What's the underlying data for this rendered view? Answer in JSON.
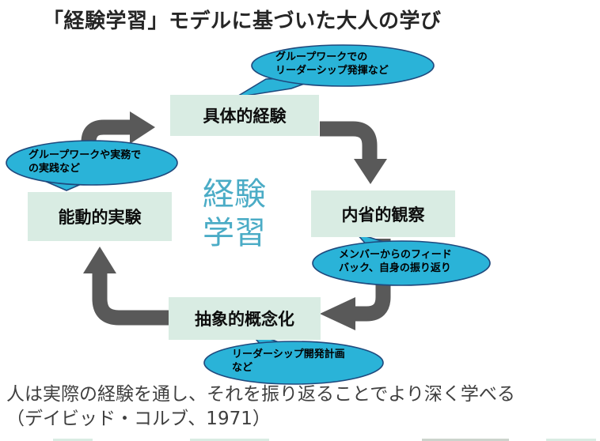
{
  "title": "「経験学習」モデルに基づいた大人の学び",
  "center_label": {
    "line1": "経験",
    "line2": "学習"
  },
  "cycle": {
    "concrete_experience": "具体的経験",
    "reflective_observation": "内省的観察",
    "abstract_conceptualization": "抽象的概念化",
    "active_experimentation": "能動的実験"
  },
  "callouts": {
    "top": {
      "line1": "グループワークでの",
      "line2": "リーダーシップ発揮など"
    },
    "left": {
      "line1": "グループワークや実務で",
      "line2": "の実践など"
    },
    "right": {
      "line1": "メンバーからのフィード",
      "line2": "バック、自身の振り返り"
    },
    "bottom": {
      "line1": "リーダーシップ開発計画",
      "line2": "など"
    }
  },
  "caption": {
    "line1": "人は実際の経験を通し、それを振り返ることでより深く学べる",
    "line2": "（デイビッド・コルブ、1971）"
  },
  "colors": {
    "box_fill": "#d9ece3",
    "bubble_fill": "#2ab3d8",
    "bubble_border": "#1f497d",
    "arrow": "#595959",
    "center_text": "#4bacc6",
    "title_text": "#262626"
  }
}
